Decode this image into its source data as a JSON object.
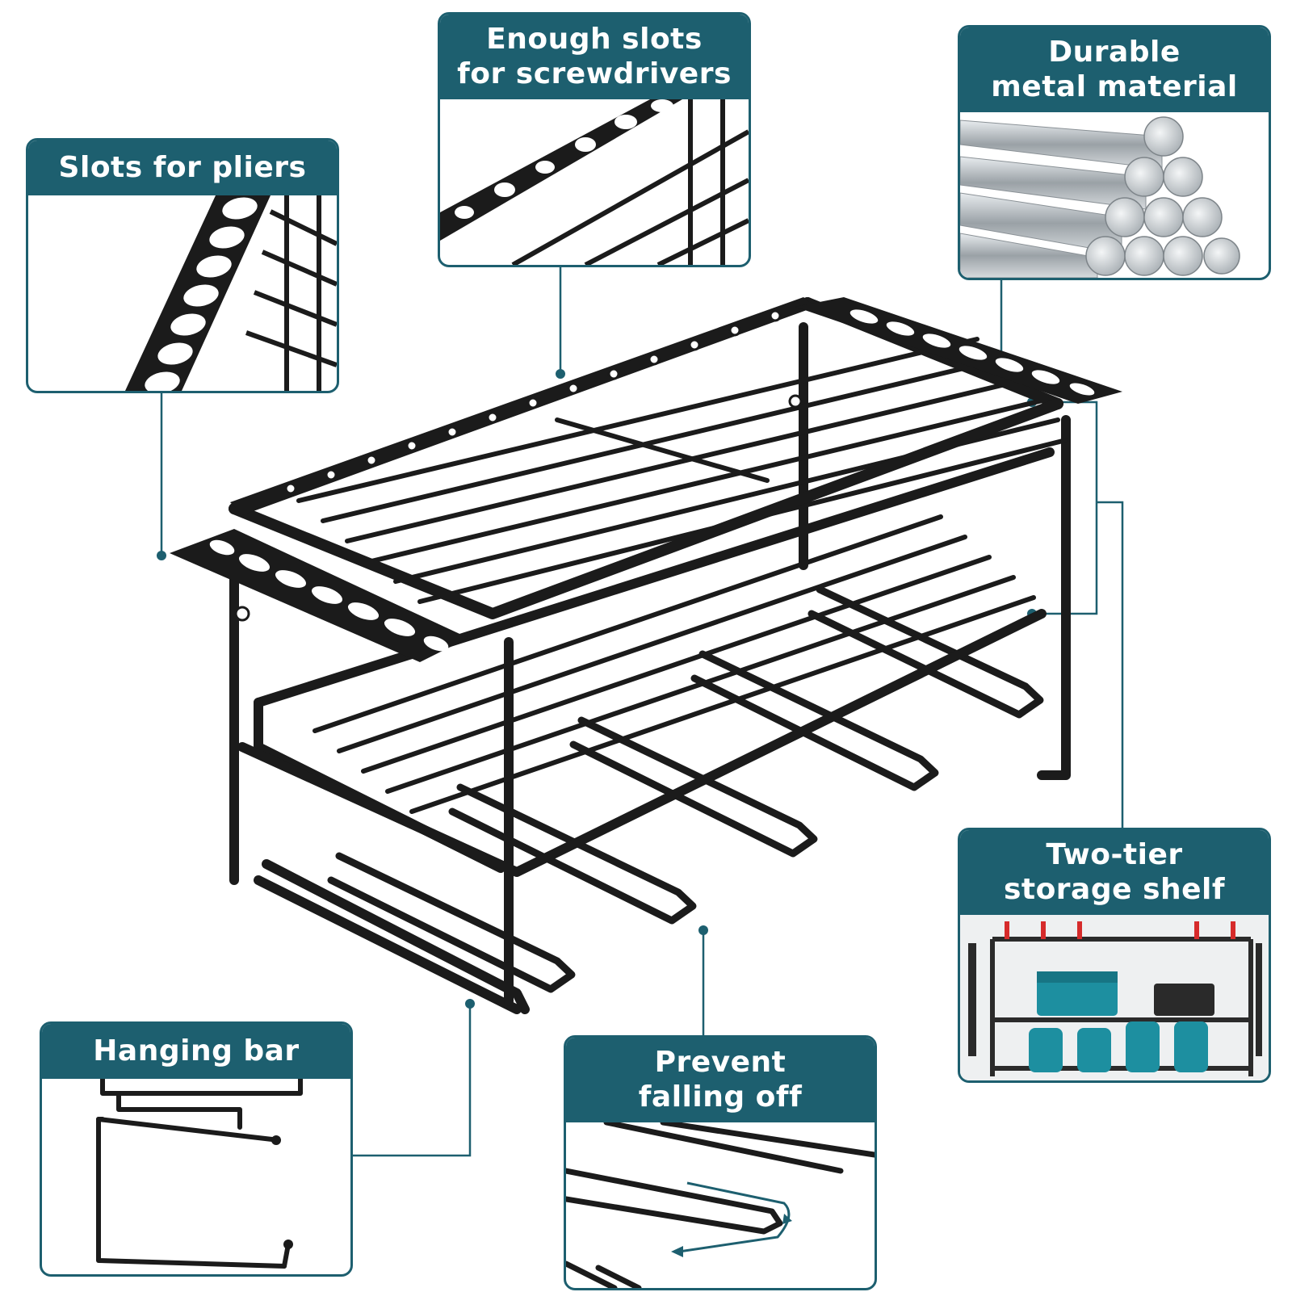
{
  "callouts": {
    "pliers": {
      "title": "Slots for pliers"
    },
    "screwdrivers": {
      "line1": "Enough slots",
      "line2": "for screwdrivers"
    },
    "metal": {
      "line1": "Durable",
      "line2": "metal material"
    },
    "two_tier": {
      "line1": "Two-tier",
      "line2": "storage shelf"
    },
    "hanging_bar": {
      "title": "Hanging bar"
    },
    "prevent": {
      "line1": "Prevent",
      "line2": "falling off"
    }
  },
  "colors": {
    "accent": "#1d5f6f",
    "rack": "#1b1b1b",
    "background": "#ffffff"
  }
}
